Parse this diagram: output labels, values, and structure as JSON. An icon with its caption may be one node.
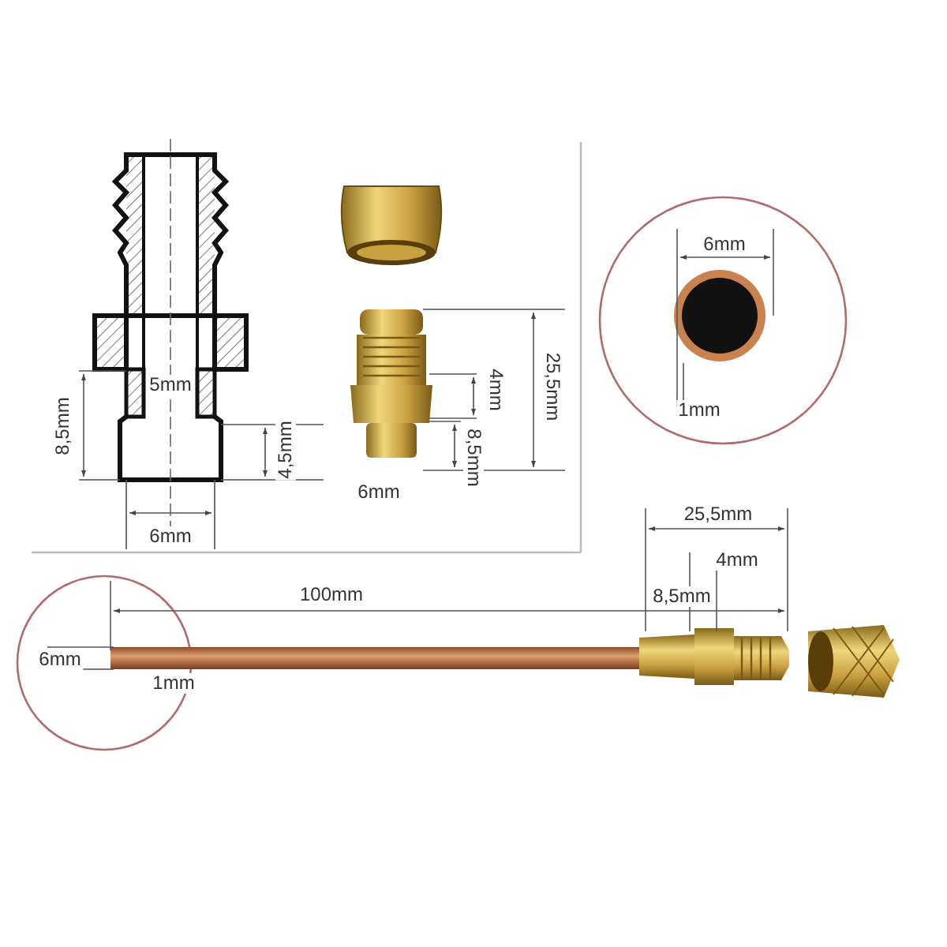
{
  "diagram": {
    "labels": [
      "5mm",
      "8,5mm",
      "4,5mm",
      "6mm",
      "25,5mm",
      "4mm",
      "8,5mm",
      "6mm",
      "6mm",
      "1mm",
      "25,5mm",
      "4mm",
      "100mm",
      "8,5mm",
      "6mm",
      "1mm"
    ]
  }
}
